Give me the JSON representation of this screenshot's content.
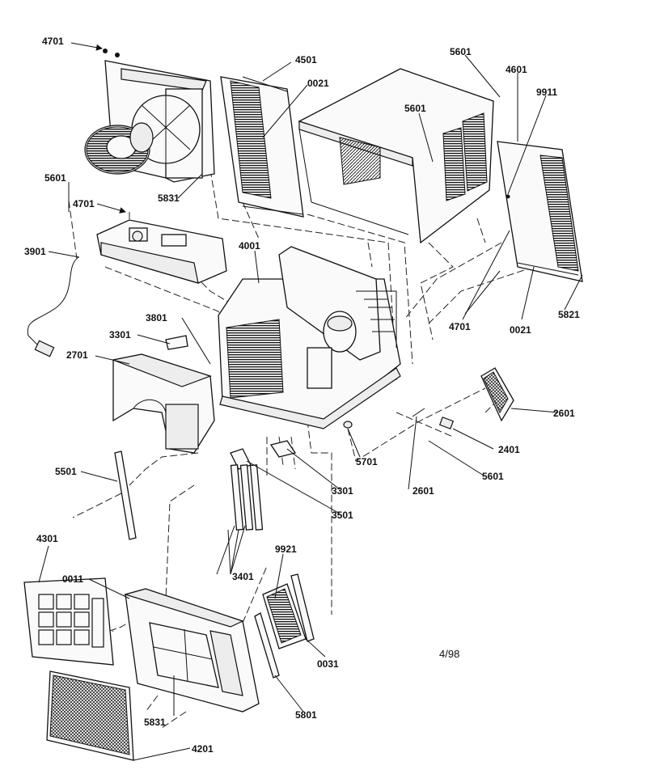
{
  "labels": [
    "4701",
    "4501",
    "0021",
    "5601",
    "4601",
    "5601",
    "9911",
    "5831",
    "5601",
    "4701",
    "3901",
    "4001",
    "3801",
    "4701",
    "0021",
    "5821",
    "3301",
    "2701",
    "2601",
    "2401",
    "5701",
    "5501",
    "5601",
    "3301",
    "2601",
    "3501",
    "4301",
    "9921",
    "3401",
    "0011",
    "0031",
    "5801",
    "5831",
    "4201"
  ],
  "revision_date": "4/98"
}
